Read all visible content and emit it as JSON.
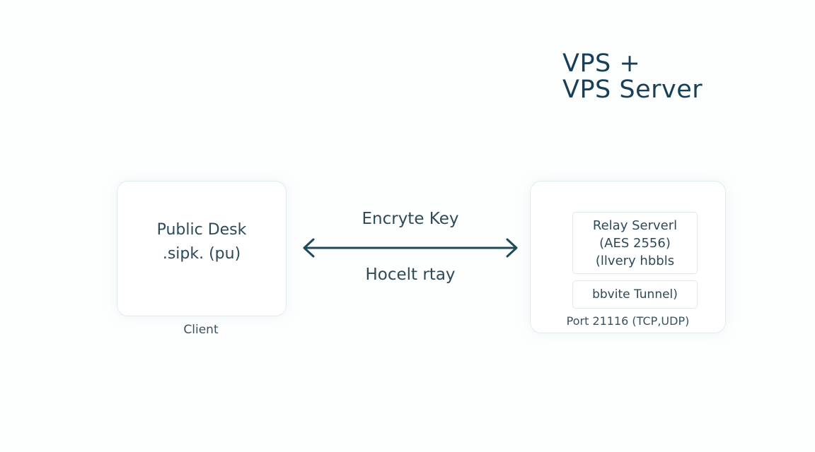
{
  "title": {
    "line1": "VPS +",
    "line2": "VPS Server"
  },
  "client": {
    "line1": "Public Desk",
    "line2": ".sipk. (pu)",
    "caption": "Client"
  },
  "connection": {
    "label_top": "Encryte Key",
    "label_bottom": "Hocelt rtay",
    "arrow_icon": "double-headed-arrow",
    "arrow_color": "#1f4a5a"
  },
  "server": {
    "relay": {
      "line1": "Relay Serverl",
      "line2": "(AES 2556)",
      "line3": "(llvery hbbls"
    },
    "tunnel": "bbvite Tunnel)",
    "port_caption": "Port 21116 (TCP,UDP)"
  }
}
